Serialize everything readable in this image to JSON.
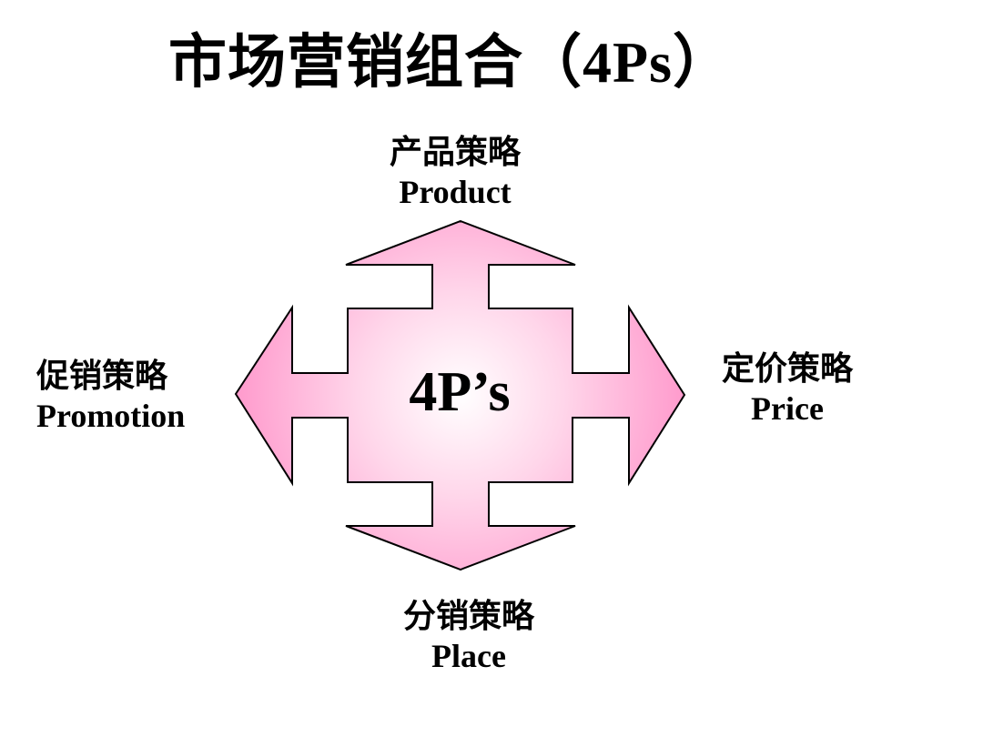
{
  "title": "市场营销组合（4Ps）",
  "center": {
    "label": "4P’s"
  },
  "colors": {
    "arrow_fill_outer": "#ff99cc",
    "arrow_fill_inner": "#ffffff",
    "outline": "#000000"
  },
  "strategies": {
    "top": {
      "zh": "产品策略",
      "en": "Product"
    },
    "right": {
      "zh": "定价策略",
      "en": "Price"
    },
    "bottom": {
      "zh": "分销策略",
      "en": "Place"
    },
    "left": {
      "zh": "促销策略",
      "en": "Promotion"
    }
  }
}
